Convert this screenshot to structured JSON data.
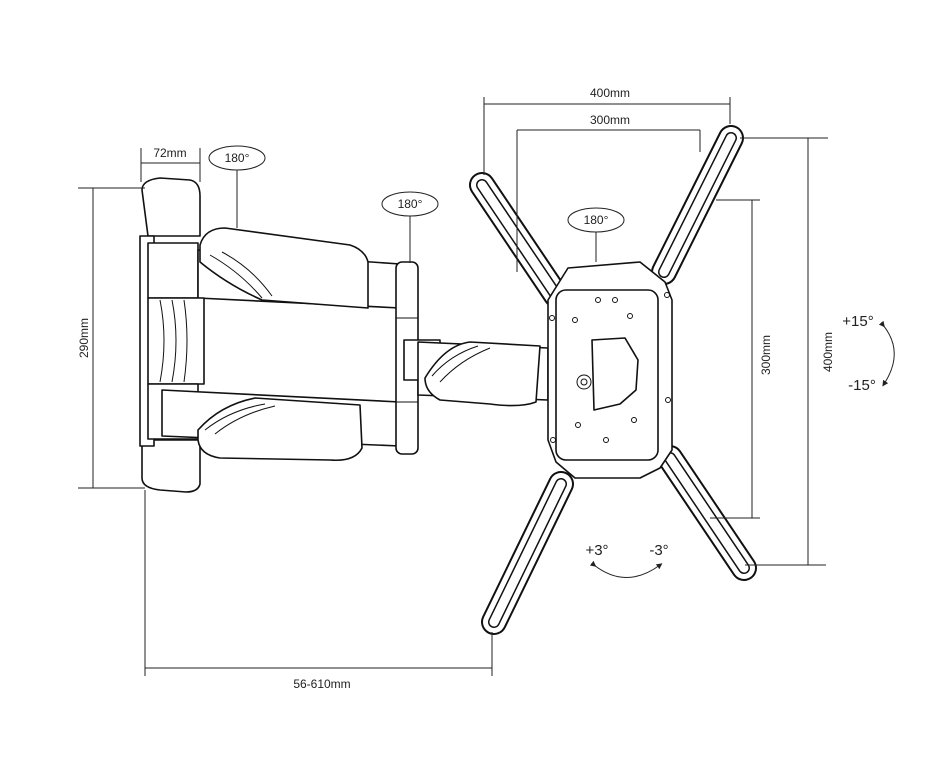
{
  "title": "Full-motion TV wall mount dimension diagram",
  "dimensions": {
    "depth_min": "72mm",
    "wall_plate_height": "290mm",
    "vesa_max_width": "400mm",
    "vesa_mid_width": "300mm",
    "vesa_mid_height": "300mm",
    "vesa_max_height": "400mm",
    "extension": "56-610mm"
  },
  "rotations": {
    "swivel_wall": "180°",
    "swivel_elbow": "180°",
    "swivel_head": "180°",
    "tilt_up": "+15°",
    "tilt_down": "-15°",
    "level_plus": "+3°",
    "level_minus": "-3°"
  }
}
